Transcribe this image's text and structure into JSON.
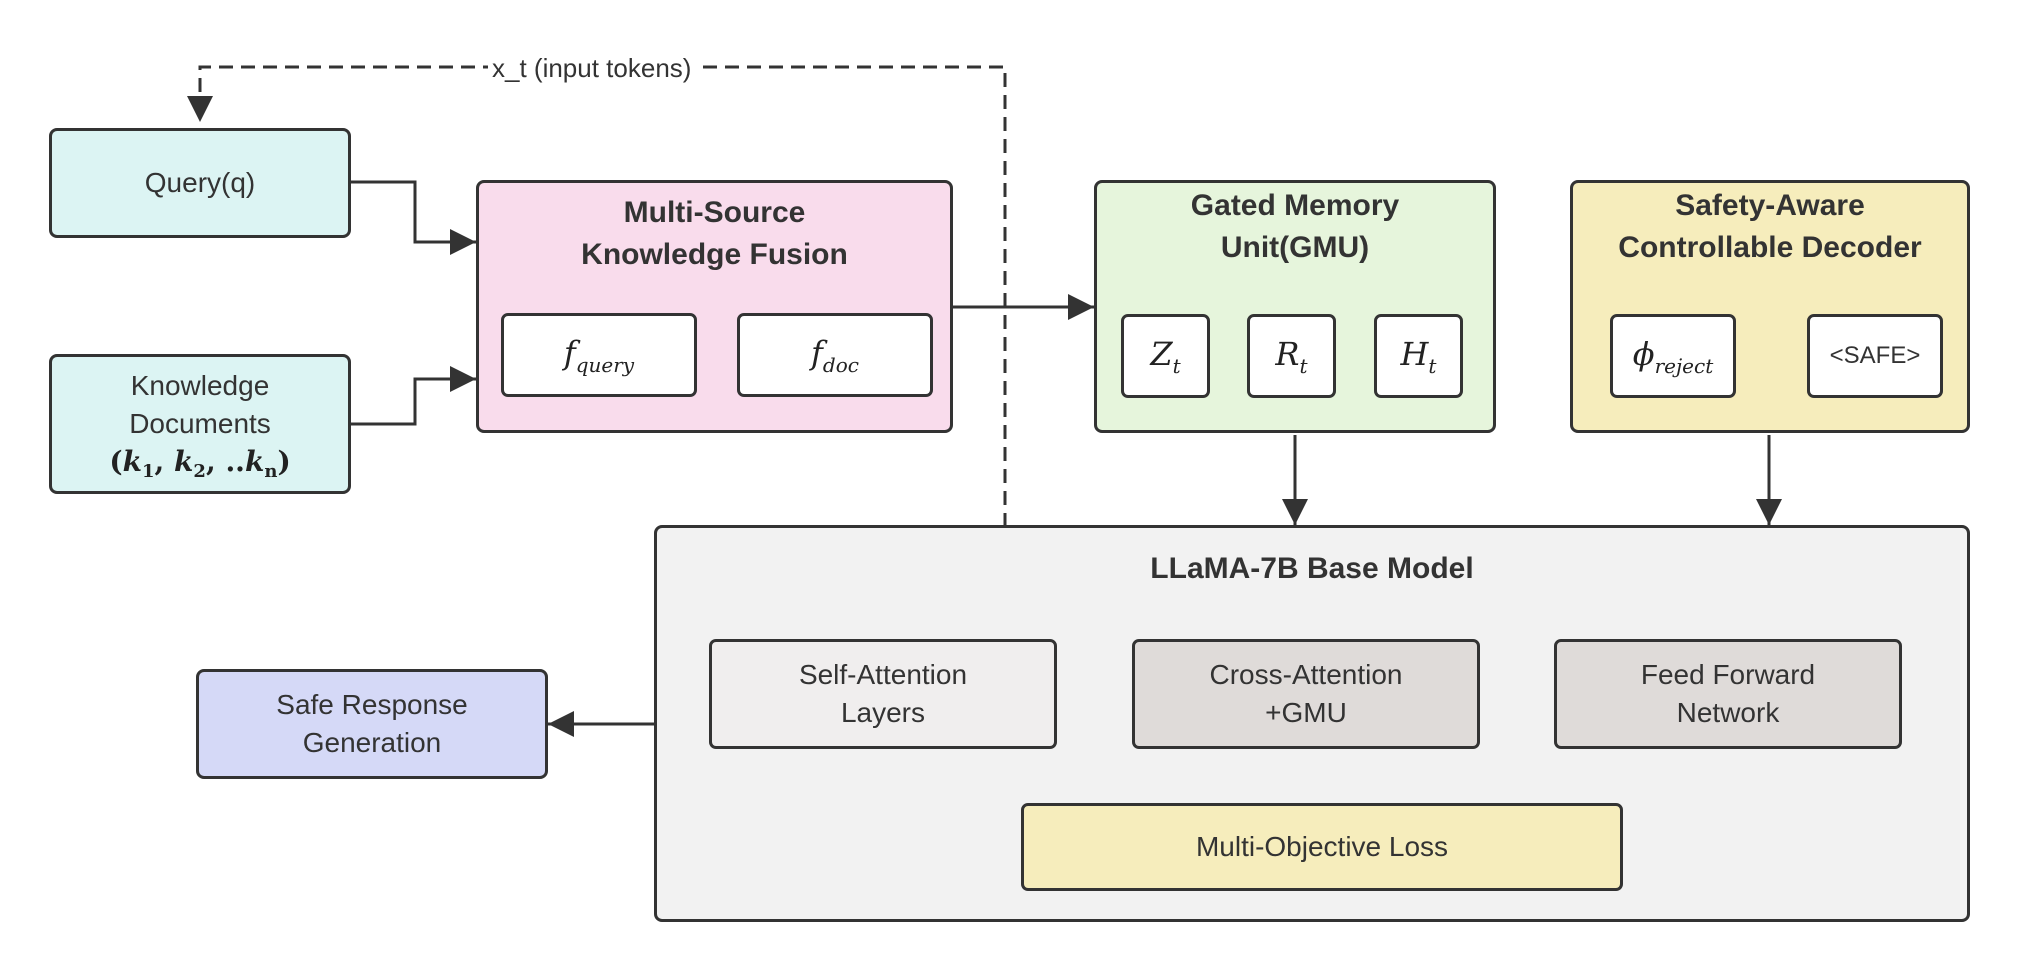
{
  "colors": {
    "query_fill": "#dcf4f3",
    "fusion_fill": "#f9dcec",
    "gmu_fill": "#e6f5dc",
    "decoder_fill": "#f6edbc",
    "base_fill": "#f2f2f2",
    "output_fill": "#d5d9f7",
    "self_attn_fill": "#f0eeee",
    "cross_attn_fill": "#dfdbd9",
    "ffn_fill": "#dfdbd9",
    "loss_fill": "#f6edbc",
    "stroke": "#333333"
  },
  "edge_label": "x_t (input tokens)",
  "query": {
    "label": "Query(q)"
  },
  "documents": {
    "line1": "Knowledge",
    "line2": "Documents",
    "math_k": "k",
    "sub_1": "1",
    "sub_2": "2",
    "sub_n": "n",
    "open_paren": "(",
    "close_paren": ")",
    "comma": ",",
    "dots": ".."
  },
  "fusion": {
    "title_line1": "Multi-Source",
    "title_line2": "Knowledge Fusion",
    "f_query_base": "f",
    "f_query_sub": "query",
    "f_doc_base": "f",
    "f_doc_sub": "doc"
  },
  "gmu": {
    "title_line1": "Gated Memory",
    "title_line2": "Unit(GMU)",
    "z_base": "Z",
    "r_base": "R",
    "h_base": "H",
    "sub_t": "t"
  },
  "decoder": {
    "title_line1": "Safety-Aware",
    "title_line2": "Controllable Decoder",
    "phi_base": "ϕ",
    "phi_sub": "reject",
    "safe_token": "<SAFE>"
  },
  "base_model": {
    "title": "LLaMA-7B Base Model",
    "self_attn_line1": "Self-Attention",
    "self_attn_line2": "Layers",
    "cross_attn_line1": "Cross-Attention",
    "cross_attn_line2": "+GMU",
    "ffn_line1": "Feed Forward",
    "ffn_line2": "Network",
    "loss": "Multi-Objective Loss"
  },
  "output": {
    "line1": "Safe Response",
    "line2": "Generation"
  }
}
